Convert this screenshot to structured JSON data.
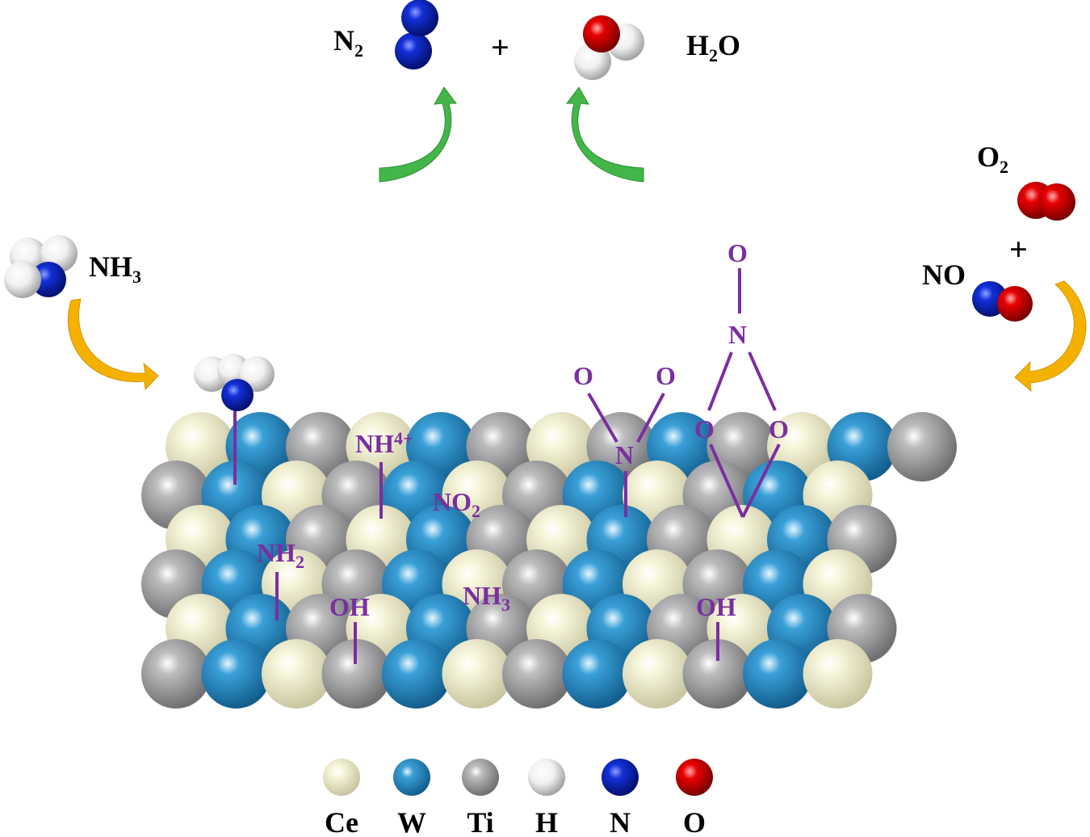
{
  "colors": {
    "Ce": "#f0eec8",
    "W": "#2b8bc2",
    "Ti": "#a9a9ab",
    "H": "#f2f2f2",
    "N": "#0a1ec8",
    "O": "#e00000",
    "bond": "#7a2fa0",
    "arrow_green": "#43b649",
    "arrow_orange": "#f5b100"
  },
  "reaction": {
    "product1": "N",
    "product1_sub": "2",
    "plus": "+",
    "product2_a": "H",
    "product2_sub": "2",
    "product2_b": "O"
  },
  "reactants": {
    "ammonia": "NH",
    "ammonia_sub": "3",
    "oxygen": "O",
    "oxygen_sub": "2",
    "plus": "+",
    "nitric_oxide": "NO"
  },
  "surface_labels": {
    "ammonium": "NH",
    "ammonium_sup": "4+",
    "nitro": "NO",
    "nitro_sub": "2",
    "amide": "NH",
    "amide_sub": "2",
    "ammonia": "NH",
    "ammonia_sub": "3",
    "hydroxyl_1": "OH",
    "hydroxyl_2": "OH",
    "nitrate_bridge_n": "N",
    "nitrate_bridge_o_top": "O",
    "nitrate_bridge_o_left": "O",
    "nitrate_bridge_o_right": "O",
    "nitrate_mono_n": "N",
    "nitrate_mono_o_left": "O",
    "nitrate_mono_o_right": "O"
  },
  "legend": [
    {
      "label": "Ce",
      "color": "#f0eec8"
    },
    {
      "label": "W",
      "color": "#2b8bc2"
    },
    {
      "label": "Ti",
      "color": "#a9a9ab"
    },
    {
      "label": "H",
      "color": "#f2f2f2"
    },
    {
      "label": "N",
      "color": "#0a1ec8"
    },
    {
      "label": "O",
      "color": "#e00000"
    }
  ],
  "surface_rows": [
    [
      "Ce",
      "W",
      "Ti",
      "Ce",
      "W",
      "Ti",
      "Ce",
      "Ti",
      "W",
      "Ti",
      "Ce",
      "W",
      "Ti"
    ],
    [
      "Ti",
      "W",
      "Ce",
      "Ti",
      "W",
      "Ce",
      "Ti",
      "W",
      "Ce",
      "Ti",
      "W",
      "Ce"
    ],
    [
      "Ce",
      "W",
      "Ti",
      "Ce",
      "W",
      "Ti",
      "Ce",
      "W",
      "Ti",
      "Ce",
      "W",
      "Ti"
    ],
    [
      "Ti",
      "W",
      "Ce",
      "Ti",
      "W",
      "Ce",
      "Ti",
      "W",
      "Ce",
      "Ti",
      "W",
      "Ce"
    ],
    [
      "Ce",
      "W",
      "Ti",
      "Ce",
      "W",
      "Ti",
      "Ce",
      "W",
      "Ti",
      "Ce",
      "W",
      "Ti"
    ],
    [
      "Ti",
      "W",
      "Ce",
      "Ti",
      "W",
      "Ce",
      "Ti",
      "W",
      "Ce",
      "Ti",
      "W",
      "Ce"
    ]
  ]
}
